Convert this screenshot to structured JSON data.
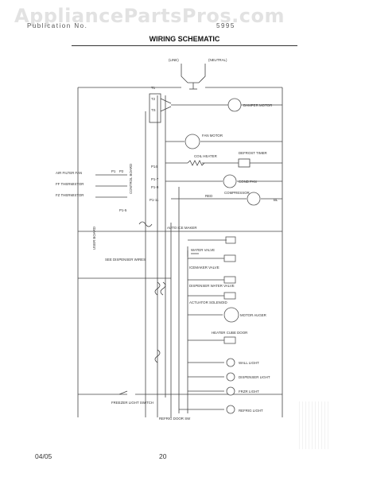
{
  "watermark": "AppliancePartsPros.com",
  "header": {
    "left": "Publication No.",
    "right": "5995",
    "title": "WIRING SCHEMATIC"
  },
  "labels": {
    "line": "(LINE)",
    "neutral": "(NEUTRAL)",
    "damper_motor": "DAMPER MOTOR",
    "fan_motor": "FAN MOTOR",
    "coil_heater": "COIL HEATER",
    "defrost_timer": "DEFROST TIMER",
    "cond_fan": "COND FAN",
    "compressor": "COMPRESSOR",
    "red": "RED",
    "bl": "BL",
    "air_filter_fan": "AIR FILTER FAN",
    "ff_thermistor": "FF THERMISTOR",
    "fz_thermistor": "FZ THERMISTOR",
    "p1": "P1",
    "p2": "P2",
    "p14": "P14",
    "p11": "P1-11",
    "p15": "P1-5",
    "p17": "P1-7",
    "p19": "P1-9",
    "control_board": "CONTROL BOARD",
    "user_board": "USER BOARD",
    "dispenser_wires": "SEE DISPENSER WIRES",
    "auto_ice_maker": "AUTO ICE MAKER",
    "water_valve": "WATER VALVE",
    "icemaker_valve": "ICEMAKER VALVE",
    "dispenser_valve": "DISPENSER WATER VALVE",
    "actuator": "ACTUATOR SOLENOID",
    "motor_auger": "MOTOR AUGER",
    "heater_door": "HEATER CUBE DOOR",
    "wall_light": "WALL LIGHT",
    "dispenser_light": "DISPENSER LIGHT",
    "freezer_light": "FRZR LIGHT",
    "refrig_light": "REFRIG LIGHT",
    "door_switch": "FREEZER LIGHT SWITCH",
    "refrig_door_switch": "REFRIG DOOR SW",
    "t1": "T1",
    "t2": "T2",
    "ts": "TS"
  },
  "footer": {
    "date": "04/05",
    "page": "20"
  }
}
